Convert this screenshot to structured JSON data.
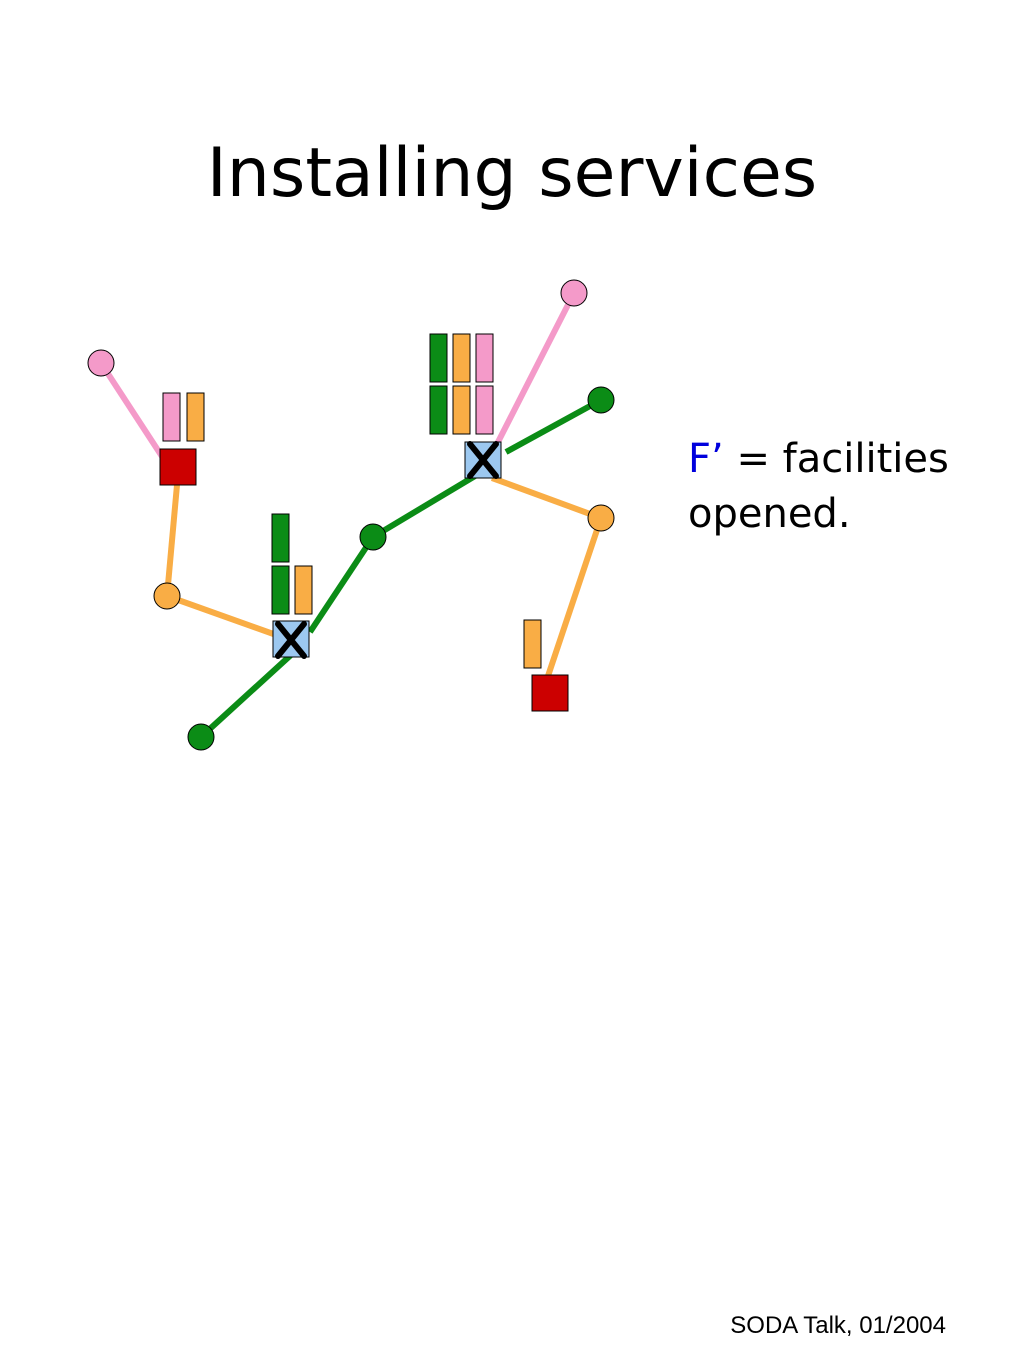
{
  "slide": {
    "title": "Installing services",
    "caption": {
      "symbol": "F’",
      "text_line1": " = facilities",
      "text_line2": "opened."
    },
    "footer": "SODA Talk, 01/2004"
  },
  "colors": {
    "pink": "#f49ac9",
    "orange": "#f9ad45",
    "green": "#0b8c16",
    "red_square": "#cc0000",
    "facility_blue": "#9cc8f0",
    "accent_blue": "#0000dd"
  }
}
